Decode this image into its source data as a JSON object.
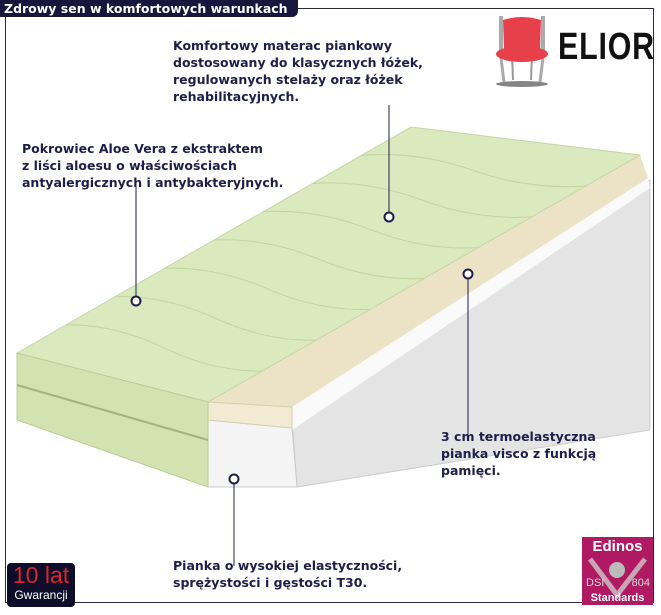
{
  "header": {
    "title": "Zdrowy sen w komfortowych warunkach"
  },
  "brand": {
    "name": "ELIOR",
    "icon": "chair-icon",
    "color": "#e8404a"
  },
  "callouts": [
    {
      "text": "Komfortowy materac piankowy\ndostosowany do klasycznych łóżek,\nregulowanych stelaży oraz łóżek\nrehabilitacyjnych."
    },
    {
      "text": "Pokrowiec Aloe Vera z ekstraktem\nz liści aloesu o właściwościach\nantyalergicznych i antybakteryjnych."
    },
    {
      "text": "3 cm termoelastyczna\npianka visco z funkcją\npamięci."
    },
    {
      "text": "Pianka o wysokiej elastyczności,\nsprężystości i gęstości T30."
    }
  ],
  "badges": {
    "warranty": {
      "value": "10 lat",
      "label": "Gwarancji"
    },
    "certification": {
      "brand": "Edinos",
      "left": "DSI",
      "right": "804",
      "label": "Standards",
      "color": "#b01a62"
    }
  },
  "colors": {
    "text": "#1e1e4a",
    "title_bg": "#17173d",
    "cover": "#dbe9bf",
    "visco": "#ece3c6",
    "foam": "#ececec"
  }
}
